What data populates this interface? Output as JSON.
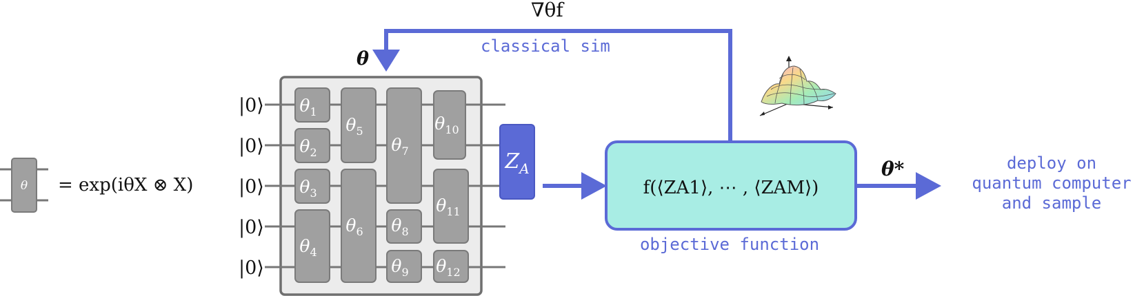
{
  "legend": {
    "gate_label": "θ",
    "equation": "= exp(iθX ⊗ X)"
  },
  "circuit": {
    "ket_labels": [
      "|0⟩",
      "|0⟩",
      "|0⟩",
      "|0⟩",
      "|0⟩"
    ],
    "param_label": "θ",
    "gates": [
      {
        "name": "θ",
        "sub": "1"
      },
      {
        "name": "θ",
        "sub": "2"
      },
      {
        "name": "θ",
        "sub": "3"
      },
      {
        "name": "θ",
        "sub": "4"
      },
      {
        "name": "θ",
        "sub": "5"
      },
      {
        "name": "θ",
        "sub": "6"
      },
      {
        "name": "θ",
        "sub": "7"
      },
      {
        "name": "θ",
        "sub": "8"
      },
      {
        "name": "θ",
        "sub": "9"
      },
      {
        "name": "θ",
        "sub": "10"
      },
      {
        "name": "θ",
        "sub": "11"
      },
      {
        "name": "θ",
        "sub": "12"
      }
    ],
    "measure": {
      "main": "Z",
      "sub": "A"
    }
  },
  "feedback": {
    "gradient_label": "∇θf",
    "classical_label": "classical sim"
  },
  "objective": {
    "formula": "f(⟨ZA1⟩, ⋯ , ⟨ZAM⟩)",
    "caption": "objective function"
  },
  "output": {
    "optimum_label": "θ*",
    "deploy_lines": [
      "deploy on",
      "quantum computer",
      "and sample"
    ]
  },
  "colors": {
    "accent": "#5b6ad6",
    "gate_fill": "#a0a0a0",
    "gate_stroke": "#7a7a7a",
    "panel_fill": "#ececec",
    "panel_stroke": "#6f6f6f",
    "objective_fill": "#a8ede4"
  }
}
